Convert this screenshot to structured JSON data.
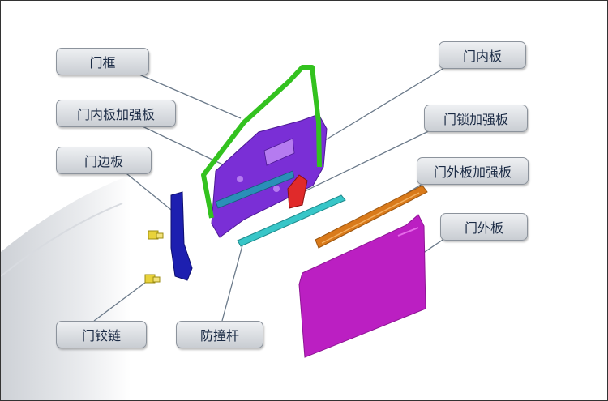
{
  "diagram": {
    "labels": {
      "door_frame": "门框",
      "inner_panel": "门内板",
      "inner_panel_reinforcement": "门内板加强板",
      "lock_reinforcement": "门锁加强板",
      "side_panel": "门边板",
      "outer_panel_reinforcement": "门外板加强板",
      "outer_panel": "门外板",
      "hinge": "门铰链",
      "impact_beam": "防撞杆"
    },
    "colors": {
      "frame": "#33c21f",
      "inner_panel": "#7a2fd6",
      "reinforcement_bar": "#2a8fb8",
      "lock_reinforcement": "#e02a2a",
      "side_panel": "#1d1fb0",
      "impact_beam": "#38c6c8",
      "outer_reinforcement": "#d97a1a",
      "outer_panel": "#bb1fc2",
      "hinge": "#e8d23a",
      "leader_line": "#6b7a8a"
    }
  }
}
